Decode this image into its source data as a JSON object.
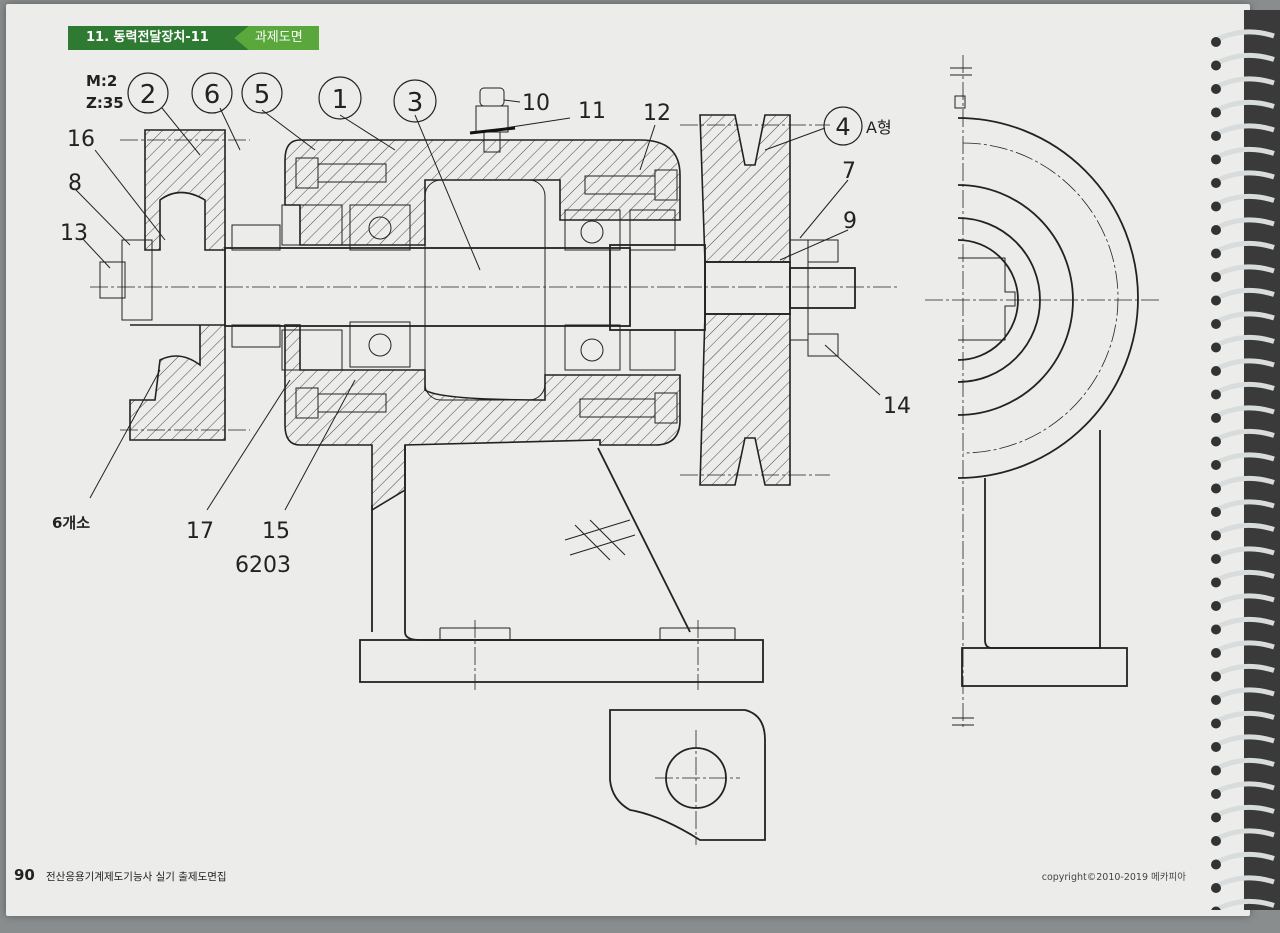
{
  "header": {
    "title": "11. 동력전달장치-11",
    "subtitle": "과제도면"
  },
  "module": {
    "line1": "M:2",
    "line2": "Z:35"
  },
  "balloons": [
    "1",
    "2",
    "3",
    "4",
    "5",
    "6"
  ],
  "labels": {
    "n7": "7",
    "n8": "8",
    "n9": "9",
    "n10": "10",
    "n11": "11",
    "n12": "12",
    "n13": "13",
    "n14": "14",
    "n15": "15",
    "n16": "16",
    "n17": "17",
    "bearing": "6203",
    "bolt_count": "6개소",
    "pulley_type": "A형"
  },
  "footer": {
    "page": "90",
    "title": "전산응용기계제도기능사 실기 출제도면집",
    "copyright": "copyright©2010-2019 메카피아"
  }
}
